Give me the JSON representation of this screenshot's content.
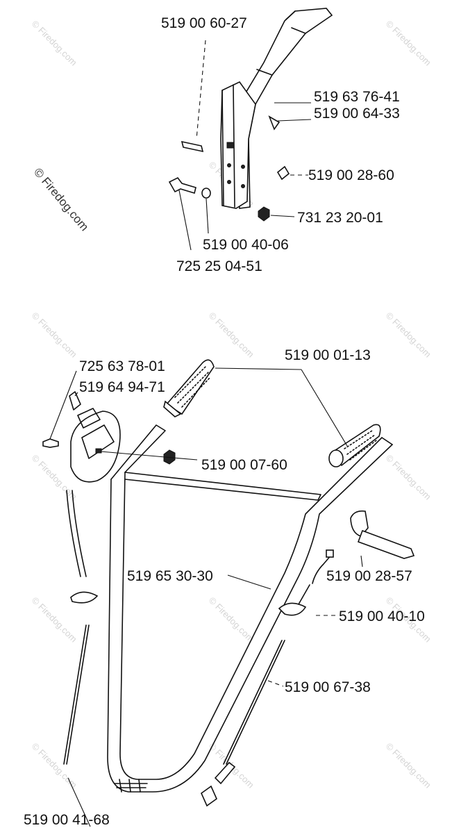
{
  "watermark": "© Firedog.com",
  "parts": [
    {
      "id": "p1",
      "number": "519 00 60-27"
    },
    {
      "id": "p2",
      "number": "519 63 76-41"
    },
    {
      "id": "p3",
      "number": "519 00 64-33"
    },
    {
      "id": "p4",
      "number": "519 00 28-60"
    },
    {
      "id": "p5",
      "number": "731 23 20-01"
    },
    {
      "id": "p6",
      "number": "519 00 40-06"
    },
    {
      "id": "p7",
      "number": "725 25 04-51"
    },
    {
      "id": "p8",
      "number": "519 00 01-13"
    },
    {
      "id": "p9",
      "number": "725 63 78-01"
    },
    {
      "id": "p10",
      "number": "519 64 94-71"
    },
    {
      "id": "p11",
      "number": "519 00 07-60"
    },
    {
      "id": "p12",
      "number": "519 65 30-30"
    },
    {
      "id": "p13",
      "number": "519 00 28-57"
    },
    {
      "id": "p14",
      "number": "519 00 40-10"
    },
    {
      "id": "p15",
      "number": "519 00 67-38"
    },
    {
      "id": "p16",
      "number": "519 00 41-68"
    }
  ]
}
